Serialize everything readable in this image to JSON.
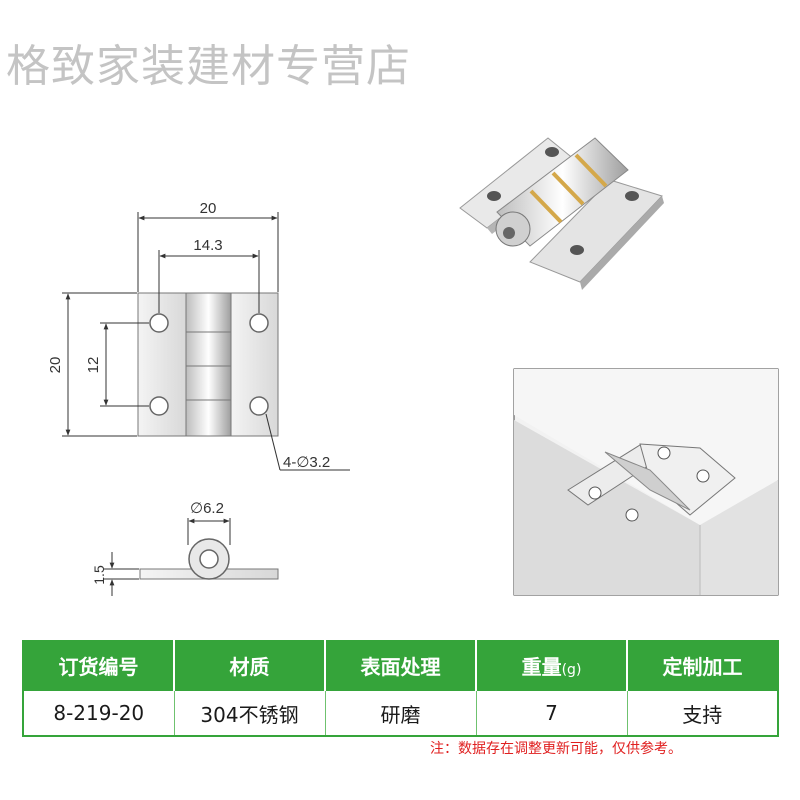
{
  "watermark": "格致家装建材专营店",
  "drawing": {
    "dim_width": "20",
    "dim_hole_pitch_x": "14.3",
    "dim_height": "20",
    "dim_hole_pitch_y": "12",
    "dim_holes": "4-∅3.2",
    "dim_knuckle": "∅6.2",
    "dim_thickness": "1.5"
  },
  "table": {
    "headers": [
      "订货编号",
      "材质",
      "表面处理",
      "重量",
      "定制加工"
    ],
    "weight_unit": "(g)",
    "row": [
      "8-219-20",
      "304不锈钢",
      "研磨",
      "7",
      "支持"
    ]
  },
  "note": "注：数据存在调整更新可能，仅供参考。",
  "colors": {
    "accent_green": "#35a43a",
    "note_red": "#e02020",
    "watermark_gray": "#c4c4c4"
  }
}
